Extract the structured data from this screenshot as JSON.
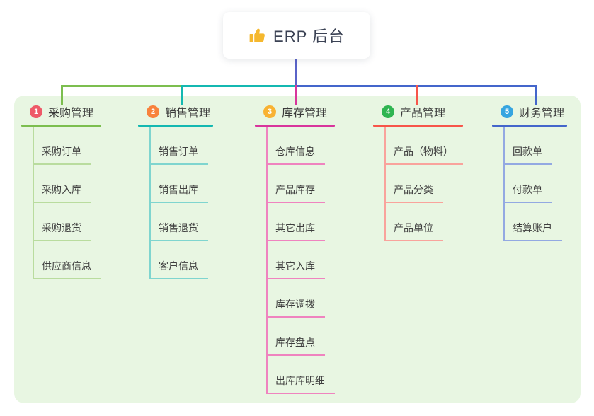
{
  "root": {
    "title": "ERP 后台",
    "icon": "thumbs-up-icon",
    "icon_color": "#f5b82e",
    "tap_line_color": "#5a63c8"
  },
  "panel": {
    "background": "#e8f6e2"
  },
  "branches": [
    {
      "index": "1",
      "title": "采购管理",
      "badge_color": "#ee5a68",
      "line_color": "#7cbe4f",
      "child_line_color": "#b9dc9e",
      "children": [
        "采购订单",
        "采购入库",
        "采购退货",
        "供应商信息"
      ]
    },
    {
      "index": "2",
      "title": "销售管理",
      "badge_color": "#f8823c",
      "line_color": "#14b8b1",
      "child_line_color": "#7fd5cf",
      "children": [
        "销售订单",
        "销售出库",
        "销售退货",
        "客户信息"
      ]
    },
    {
      "index": "3",
      "title": "库存管理",
      "badge_color": "#f8b233",
      "line_color": "#d8359c",
      "child_line_color": "#ef83bf",
      "children": [
        "仓库信息",
        "产品库存",
        "其它出库",
        "其它入库",
        "库存调拨",
        "库存盘点",
        "出库库明细"
      ]
    },
    {
      "index": "4",
      "title": "产品管理",
      "badge_color": "#2fb551",
      "line_color": "#f7554a",
      "child_line_color": "#f9a39c",
      "children": [
        "产品（物料）",
        "产品分类",
        "产品单位"
      ]
    },
    {
      "index": "5",
      "title": "财务管理",
      "badge_color": "#36a5e0",
      "line_color": "#4466cb",
      "child_line_color": "#93a9e2",
      "children": [
        "回款单",
        "付款单",
        "结算账户"
      ]
    }
  ]
}
